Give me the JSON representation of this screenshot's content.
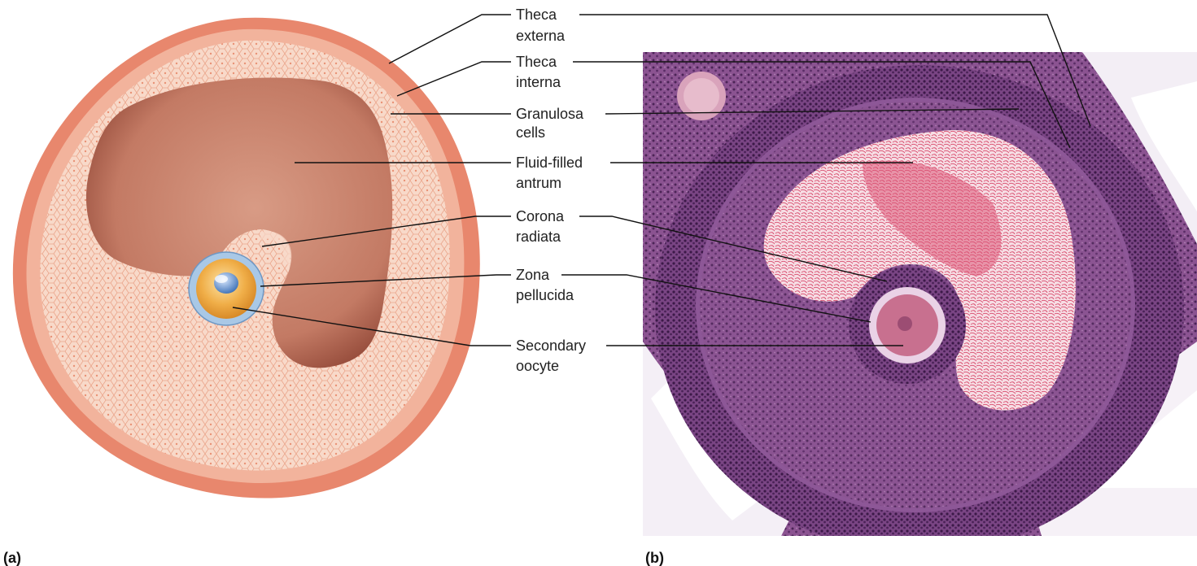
{
  "labels": {
    "theca_externa": [
      "Theca",
      "externa"
    ],
    "theca_interna": [
      "Theca",
      "interna"
    ],
    "granulosa_cells": [
      "Granulosa",
      "cells"
    ],
    "fluid_filled_antrum": [
      "Fluid-filled",
      "antrum"
    ],
    "corona_radiata": [
      "Corona",
      "radiata"
    ],
    "zona_pellucida": [
      "Zona",
      "pellucida"
    ],
    "secondary_oocyte": [
      "Secondary",
      "oocyte"
    ]
  },
  "panels": {
    "a": "(a)",
    "b": "(b)"
  },
  "colors": {
    "theca_outer": "#e8876d",
    "granulosa_bg": "#f7d7c6",
    "antrum_dark": "#a85a4a",
    "antrum_mid": "#c9826c",
    "oocyte": "#f1b04a",
    "zona": "#a9c8e6",
    "micrograph_stroma": "#7e4a86",
    "micrograph_fluid": "#f8e8ec",
    "micrograph_blood": "#d8486a"
  }
}
